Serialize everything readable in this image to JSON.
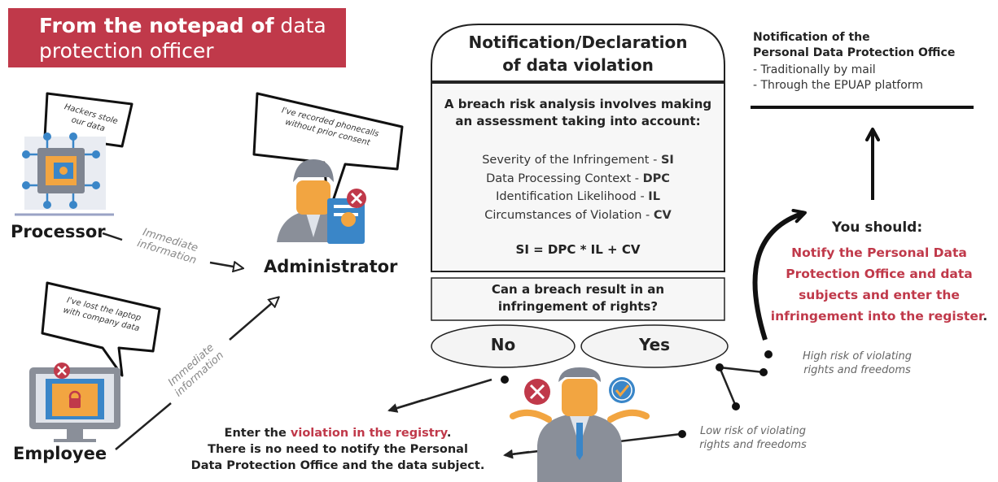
{
  "banner": {
    "part1": "From the notepad of",
    "part2": "data",
    "line2": "protection officer"
  },
  "actors": {
    "processor": {
      "label": "Processor",
      "speech": [
        "Hackers stole",
        "our data"
      ]
    },
    "employee": {
      "label": "Employee",
      "speech": [
        "I've lost the laptop",
        "with company data"
      ]
    },
    "administrator": {
      "label": "Administrator",
      "speech": [
        "I've recorded phonecalls",
        "without prior consent"
      ]
    }
  },
  "arrows": {
    "processor_to_admin": [
      "Immediate",
      "information"
    ],
    "employee_to_admin": [
      "Immediate",
      "information"
    ]
  },
  "panel": {
    "title": [
      "Notification/Declaration",
      "of data violation"
    ],
    "analysis_intro": [
      "A breach risk analysis involves making",
      "an assessment taking into account:"
    ],
    "factors": [
      {
        "name": "Severity of the Infringement - ",
        "abbr": "SI"
      },
      {
        "name": "Data Processing Context - ",
        "abbr": "DPC"
      },
      {
        "name": "Identification Likelihood - ",
        "abbr": "IL"
      },
      {
        "name": "Circumstances of Violation - ",
        "abbr": "CV"
      }
    ],
    "formula": "SI = DPC * IL + CV",
    "question": [
      "Can a breach result in an",
      "infringement of rights?"
    ],
    "option_no": "No",
    "option_yes": "Yes"
  },
  "office": {
    "title": [
      "Notification of the",
      "Personal Data Protection Office"
    ],
    "items": [
      "- Traditionally by mail",
      "- Through the EPUAP platform"
    ]
  },
  "should": {
    "heading": "You should:",
    "body": [
      "Notify the Personal Data",
      "Protection Office and data",
      "subjects and enter the",
      "infringement into the register"
    ],
    "final_dot": "."
  },
  "risk": {
    "high": [
      "High risk of violating",
      "rights and freedoms"
    ],
    "low": [
      "Low risk of violating",
      "rights and freedoms"
    ]
  },
  "registry": {
    "pre": "Enter the ",
    "highlight": "violation in the registry",
    "post": ".",
    "line2": "There is no need to notify the Personal",
    "line3": "Data Protection Office and the data subject."
  },
  "colors": {
    "accent": "#c0394a",
    "blue": "#3a86c8",
    "orange": "#f2a541",
    "gray": "#8a8f99"
  }
}
